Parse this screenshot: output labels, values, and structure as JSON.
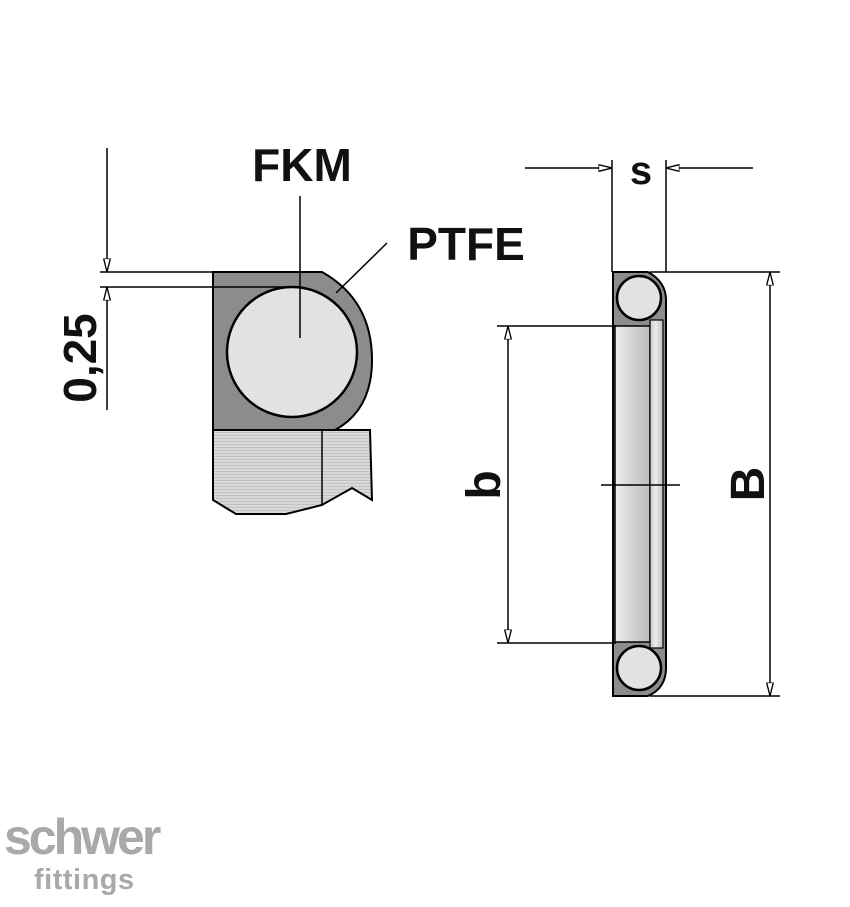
{
  "labels": {
    "fkm": "FKM",
    "ptfe": "PTFE",
    "thickness": "0,25",
    "s": "s",
    "b_inner": "b",
    "b_outer": "B"
  },
  "brand": {
    "name_top": "schwer",
    "name_bottom": "fittings"
  },
  "colors": {
    "ptfe_shell": "#8c8c8c",
    "fkm_core": "#e2e2e2",
    "ring_face": "#d6d6d6",
    "logo": "#a9a9a9"
  }
}
